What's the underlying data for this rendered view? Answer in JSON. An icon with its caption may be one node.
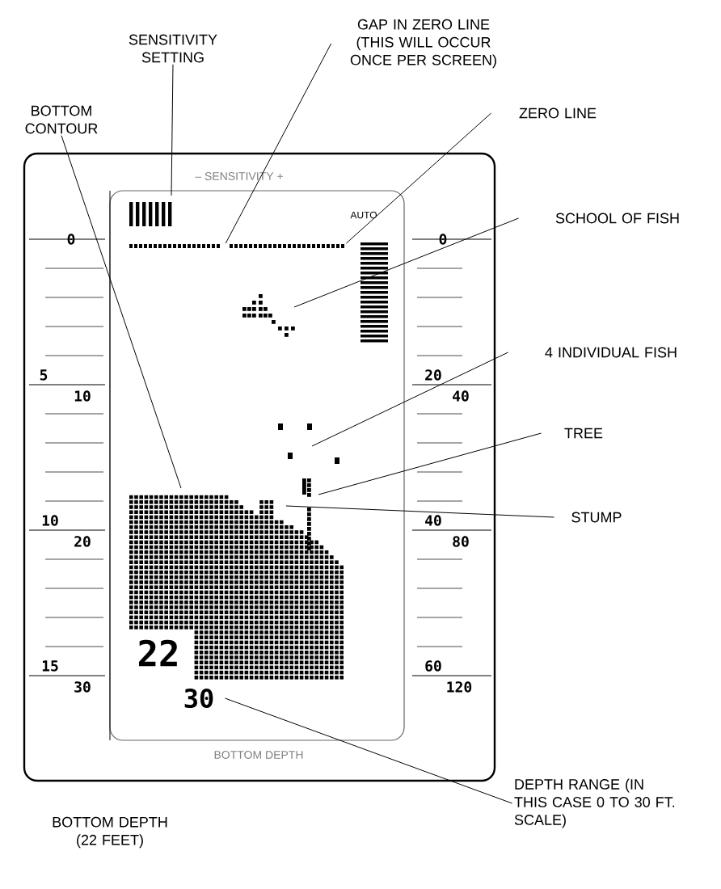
{
  "diagram": {
    "nodes": [
      {
        "text": [
          "SENSITIVITY SETTING"
        ]
      },
      {
        "text": [
          "GAP IN ZERO LINE (THIS WILL OCCUR ONCE PER SCREEN)"
        ]
      },
      {
        "text": [
          "BOTTOM CONTOUR"
        ]
      },
      {
        "text": [
          "ZERO LINE"
        ]
      },
      {
        "text": [
          "SCHOOL OF FISH"
        ]
      },
      {
        "text": [
          "4 INDIVIDUAL FISH"
        ]
      },
      {
        "text": [
          "TREE"
        ]
      },
      {
        "text": [
          "STUMP"
        ]
      },
      {
        "text": [
          "30"
        ]
      },
      {
        "text": [
          "DEPTH RANGE (IN THIS CASE 0 TO 30 FT. SCALE)"
        ]
      },
      {
        "text": [],
        "shape": "bar"
      }
    ],
    "edges": [
      {
        "from": 0,
        "to": null,
        "arrow": "none"
      },
      {
        "from": 1,
        "to": 10,
        "arrow": "none"
      },
      {
        "from": 2,
        "to": null,
        "arrow": "none"
      },
      {
        "from": 3,
        "to": 10,
        "arrow": "none"
      },
      {
        "from": 4,
        "to": null,
        "arrow": "none"
      },
      {
        "from": 5,
        "to": null,
        "arrow": "none"
      },
      {
        "from": 6,
        "to": null,
        "arrow": "none"
      },
      {
        "from": 7,
        "to": null,
        "arrow": "none"
      },
      {
        "from": 9,
        "to": 8,
        "arrow": "none"
      }
    ],
    "labels": [
      "– SENSITIVITY +",
      "AUTO",
      "0",
      "0",
      "5",
      "10",
      "20",
      "40",
      "10",
      "20",
      "40",
      "80",
      "22",
      "15",
      "30",
      "60",
      "120",
      "BOTTOM DEPTH",
      "BOTTOM DEPTH (22 FEET)"
    ]
  }
}
